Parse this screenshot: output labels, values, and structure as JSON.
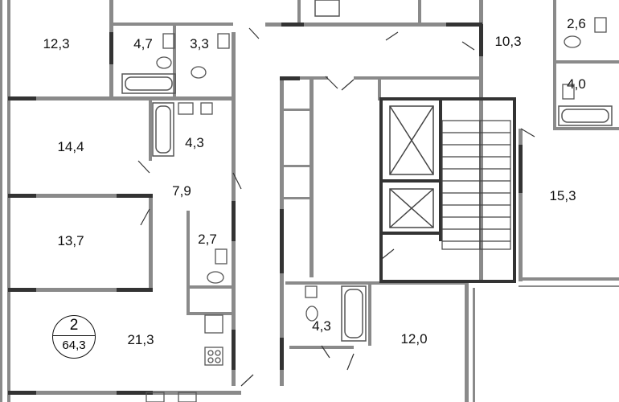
{
  "apartment": {
    "number": "2",
    "total_area": "64,3"
  },
  "rooms": [
    {
      "id": "r1",
      "area": "12,3"
    },
    {
      "id": "r2",
      "area": "4,7"
    },
    {
      "id": "r3",
      "area": "3,3"
    },
    {
      "id": "r4",
      "area": "2,6"
    },
    {
      "id": "r5",
      "area": "10,3"
    },
    {
      "id": "r6",
      "area": "4,0"
    },
    {
      "id": "r7",
      "area": "14,4"
    },
    {
      "id": "r8",
      "area": "4,3"
    },
    {
      "id": "r9",
      "area": "7,9"
    },
    {
      "id": "r10",
      "area": "15,3"
    },
    {
      "id": "r11",
      "area": "13,7"
    },
    {
      "id": "r12",
      "area": "2,7"
    },
    {
      "id": "r13",
      "area": "4,3"
    },
    {
      "id": "r14",
      "area": "12,0"
    },
    {
      "id": "r15",
      "area": "21,3"
    }
  ],
  "colors": {
    "wall": "#8a8a8a",
    "wall_dark": "#333333",
    "fixture": "#555555"
  }
}
